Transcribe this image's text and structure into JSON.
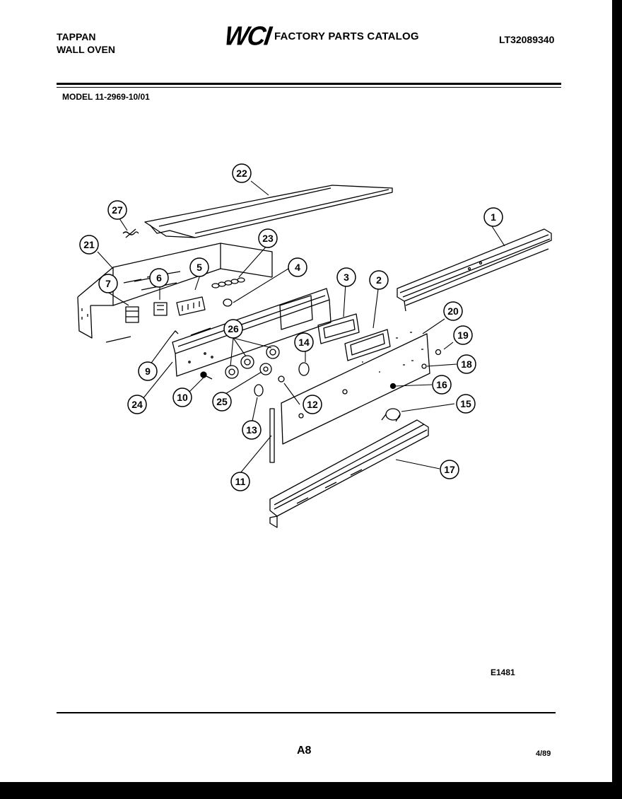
{
  "header": {
    "brand": "TAPPAN",
    "product": "WALL OVEN",
    "logo_text": "WCI",
    "catalog_title": "FACTORY PARTS CATALOG",
    "catalog_number": "LT32089340",
    "model": "MODEL 11-2969-10/01"
  },
  "footer": {
    "figure_id": "E1481",
    "page": "A8",
    "date": "4/89"
  },
  "callouts": [
    "1",
    "2",
    "3",
    "4",
    "5",
    "6",
    "7",
    "9",
    "10",
    "11",
    "12",
    "13",
    "14",
    "15",
    "16",
    "17",
    "18",
    "19",
    "20",
    "21",
    "22",
    "23",
    "24",
    "25",
    "26",
    "27"
  ]
}
